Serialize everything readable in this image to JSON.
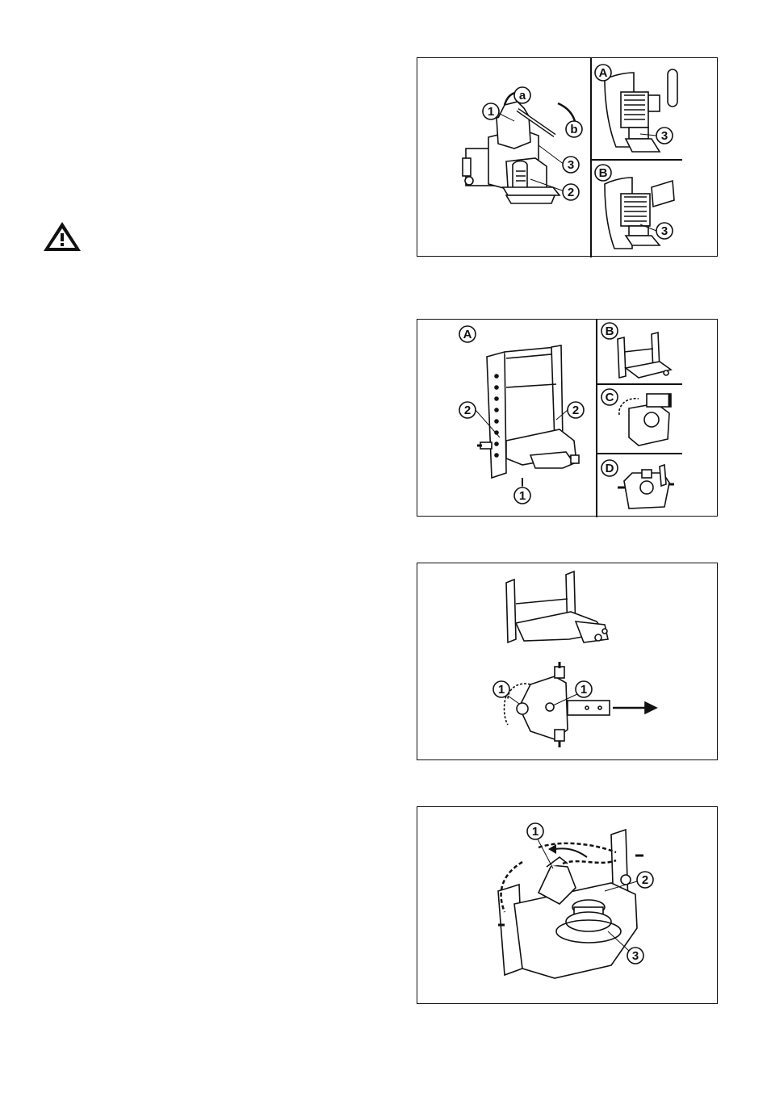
{
  "warning": {
    "icon": "warning-triangle-icon"
  },
  "figures": [
    {
      "main_callouts": [
        "a",
        "b",
        "1",
        "3",
        "2"
      ],
      "inset_a": {
        "label": "A",
        "callout": "3"
      },
      "inset_b": {
        "label": "B",
        "callout": "3"
      }
    },
    {
      "main_label": "A",
      "main_callouts": [
        "2",
        "2",
        "1"
      ],
      "inset_labels": [
        "B",
        "C",
        "D"
      ]
    },
    {
      "callouts": [
        "1",
        "1"
      ]
    },
    {
      "callouts": [
        "1",
        "2",
        "3"
      ]
    }
  ]
}
